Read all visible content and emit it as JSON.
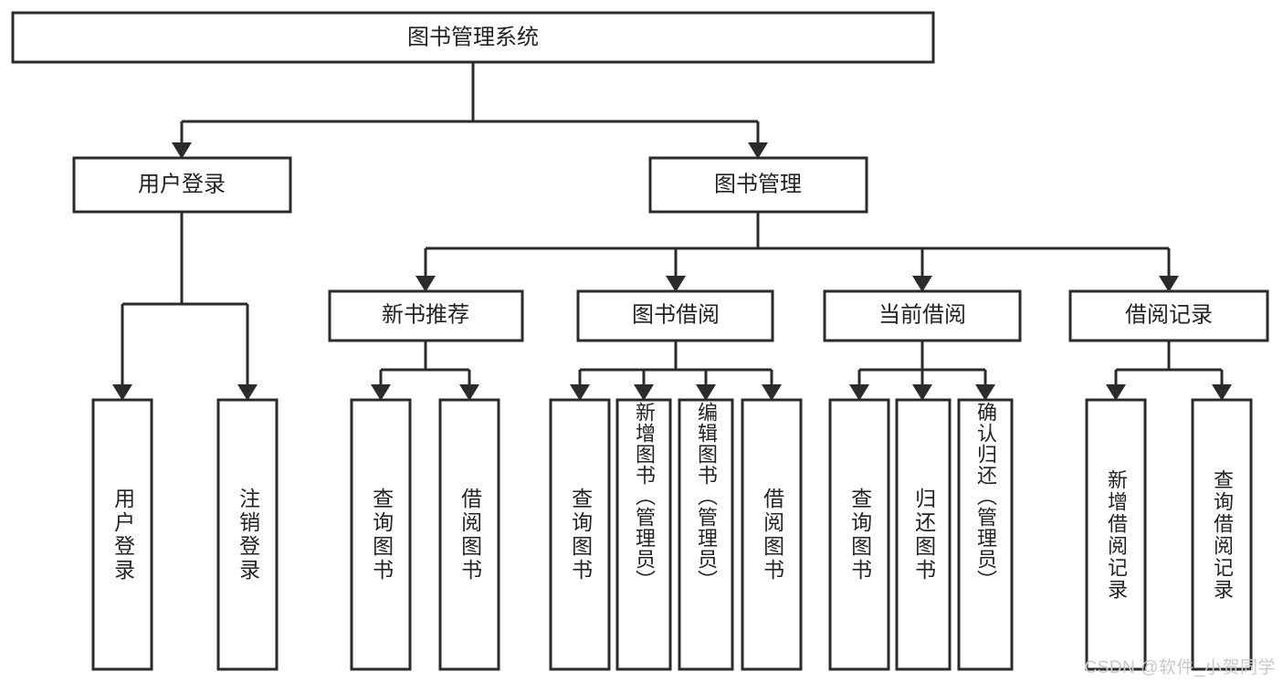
{
  "diagram": {
    "type": "tree-hierarchy",
    "title": "图书管理系统",
    "root": {
      "id": "root",
      "label": "图书管理系统",
      "orientation": "horizontal"
    },
    "level2": [
      {
        "id": "user-login",
        "label": "用户登录",
        "orientation": "horizontal"
      },
      {
        "id": "book-manage",
        "label": "图书管理",
        "orientation": "horizontal"
      }
    ],
    "level3": [
      {
        "id": "new-book-recommend",
        "label": "新书推荐",
        "orientation": "horizontal",
        "parent": "book-manage"
      },
      {
        "id": "book-borrow",
        "label": "图书借阅",
        "orientation": "horizontal",
        "parent": "book-manage"
      },
      {
        "id": "current-borrow",
        "label": "当前借阅",
        "orientation": "horizontal",
        "parent": "book-manage"
      },
      {
        "id": "borrow-record",
        "label": "借阅记录",
        "orientation": "horizontal",
        "parent": "book-manage"
      }
    ],
    "leaves": [
      {
        "id": "leaf-user-login",
        "label": "用户登录",
        "parent": "user-login"
      },
      {
        "id": "leaf-logout-login",
        "label": "注销登录",
        "parent": "user-login"
      },
      {
        "id": "leaf-query-book-1",
        "label": "查询图书",
        "parent": "new-book-recommend"
      },
      {
        "id": "leaf-borrow-book-1",
        "label": "借阅图书",
        "parent": "new-book-recommend"
      },
      {
        "id": "leaf-query-book-2",
        "label": "查询图书",
        "parent": "book-borrow"
      },
      {
        "id": "leaf-add-book",
        "label": "新增图书（管理员）",
        "parent": "book-borrow"
      },
      {
        "id": "leaf-edit-book",
        "label": "编辑图书（管理员）",
        "parent": "book-borrow"
      },
      {
        "id": "leaf-borrow-book-2",
        "label": "借阅图书",
        "parent": "book-borrow"
      },
      {
        "id": "leaf-query-book-3",
        "label": "查询图书",
        "parent": "current-borrow"
      },
      {
        "id": "leaf-return-book",
        "label": "归还图书",
        "parent": "current-borrow"
      },
      {
        "id": "leaf-confirm-return",
        "label": "确认归还（管理员）",
        "parent": "current-borrow"
      },
      {
        "id": "leaf-add-record",
        "label": "新增借阅记录",
        "parent": "borrow-record"
      },
      {
        "id": "leaf-query-record",
        "label": "查询借阅记录",
        "parent": "borrow-record"
      }
    ],
    "colors": {
      "stroke": "#2b2b2b",
      "fill": "#ffffff",
      "text": "#232323",
      "background": "#ffffff",
      "watermark": "#c9c9c9"
    }
  },
  "watermark": {
    "text": "CSDN @软件_小贺同学"
  }
}
